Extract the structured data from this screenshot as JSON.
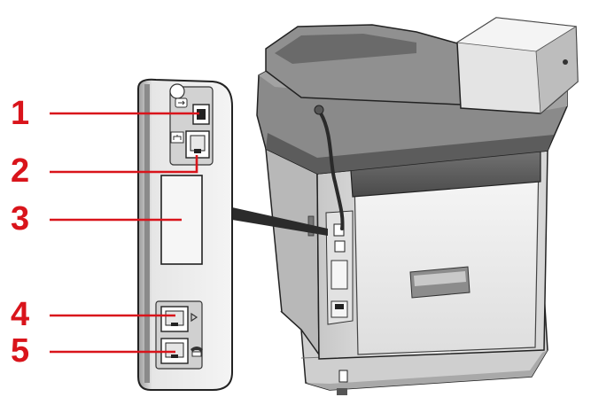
{
  "figure": {
    "callouts": [
      {
        "label": "1",
        "part": "usb-port"
      },
      {
        "label": "2",
        "part": "network-port"
      },
      {
        "label": "3",
        "part": "option-slot"
      },
      {
        "label": "4",
        "part": "line-connector"
      },
      {
        "label": "5",
        "part": "tel-connector"
      }
    ],
    "colors": {
      "callout": "#d9141b",
      "body_light": "#eeeeee",
      "body_mid": "#c9c9c9",
      "body_dark": "#5e5e5e",
      "outline": "#222222"
    },
    "icons": [
      "usb-icon",
      "network-icon",
      "line-icon",
      "telephone-icon"
    ]
  }
}
